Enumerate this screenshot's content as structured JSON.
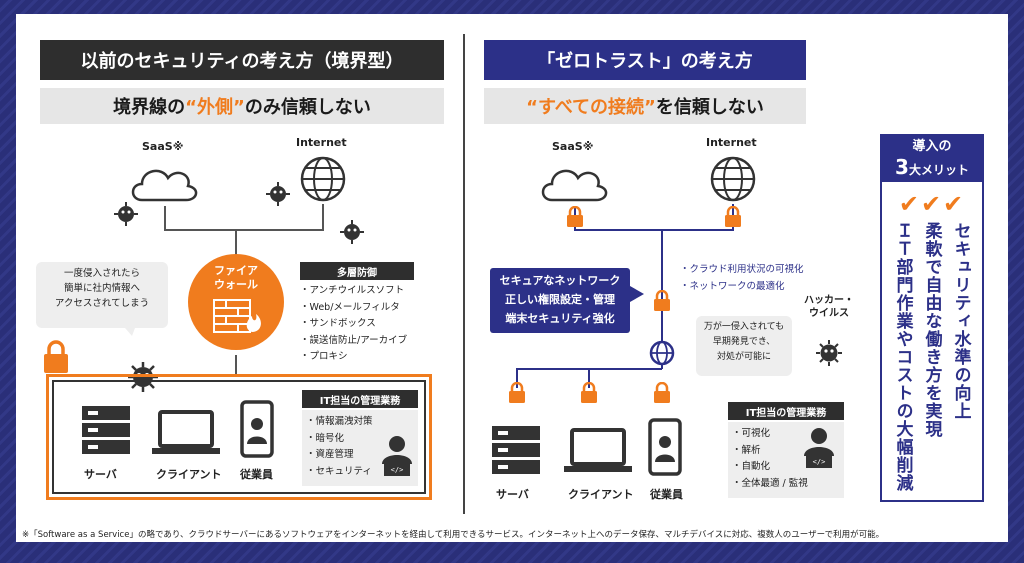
{
  "left": {
    "header": "以前のセキュリティの考え方（境界型）",
    "subtitle_pre": "境界線の",
    "subtitle_em": "“外側”",
    "subtitle_post": "のみ信頼しない",
    "saas": "SaaS※",
    "internet": "Internet",
    "firewall_line1": "ファイア",
    "firewall_line2": "ウォール",
    "defense_title": "多層防御",
    "defense_items": [
      "・アンチウイルスソフト",
      "・Web/メールフィルタ",
      "・サンドボックス",
      "・誤送信防止/アーカイブ",
      "・プロキシ"
    ],
    "bubble_line1": "一度侵入されたら",
    "bubble_line2": "簡単に社内情報へ",
    "bubble_line3": "アクセスされてしまう",
    "server": "サーバ",
    "client": "クライアント",
    "employee": "従業員",
    "it_title": "IT担当の管理業務",
    "it_items": [
      "・情報漏洩対策",
      "・暗号化",
      "・資産管理",
      "・セキュリティ"
    ]
  },
  "right": {
    "header": "「ゼロトラスト」の考え方",
    "subtitle_em": "“すべての接続”",
    "subtitle_post": "を信頼しない",
    "saas": "SaaS※",
    "internet": "Internet",
    "secure_lines": [
      "セキュアなネットワーク",
      "正しい権限設定・管理",
      "端末セキュリティ強化"
    ],
    "cloud_items": [
      "・クラウド利用状況の可視化",
      "・ネットワークの最適化"
    ],
    "hacker_line1": "ハッカー・",
    "hacker_line2": "ウイルス",
    "bubble_line1": "万が一侵入されても",
    "bubble_line2": "早期発見でき、",
    "bubble_line3": "対処が可能に",
    "server": "サーバ",
    "client": "クライアント",
    "employee": "従業員",
    "it_title": "IT担当の管理業務",
    "it_items": [
      "・可視化",
      "・解析",
      "・自動化",
      "・全体最適 / 監視"
    ]
  },
  "merits": {
    "head_line1": "導入の",
    "head_num": "3",
    "head_line2": "大メリット",
    "checks": "✔✔✔",
    "m1": "セキュリティ水準の向上",
    "m2": "柔軟で自由な働き方を実現",
    "m3": "ＩＴ部門作業やコストの大幅削減"
  },
  "footnote": "※「Software as a Service」の略であり、クラウドサーバーにあるソフトウェアをインターネットを経由して利用できるサービス。インターネット上へのデータ保存、マルチデバイスに対応、複数人のユーザーで利用が可能。",
  "colors": {
    "navy": "#2c3088",
    "orange": "#f07c1e",
    "dark": "#2e2e2e"
  }
}
